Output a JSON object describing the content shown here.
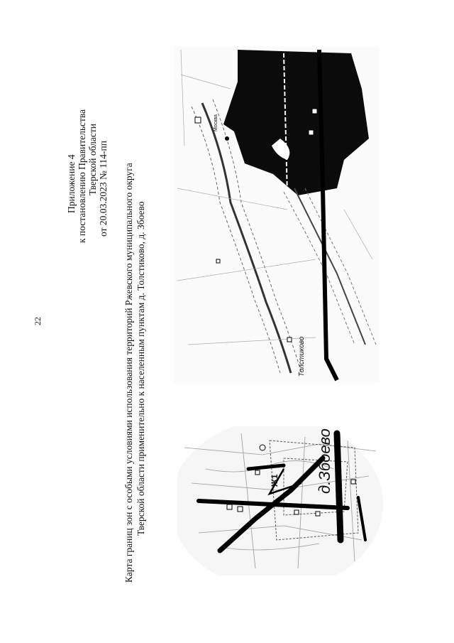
{
  "page_number": "22",
  "appendix": {
    "line1": "Приложение 4",
    "line2": "к постановлению Правительства",
    "line3": "Тверской области",
    "line4": "от 20.03.2023 № 114-пп"
  },
  "title": {
    "line1": "Карта границ зон с особыми условиями использования территорий Ржевского муниципального округа",
    "line2": "Тверской области применительно к населенным пунктам д. Толстиково, д. Збоево"
  },
  "map_labels": {
    "zboevo": "д.Збоево",
    "zh1": "Ж1",
    "tolstikovo": "Толстиково",
    "moskva": "Москва"
  }
}
